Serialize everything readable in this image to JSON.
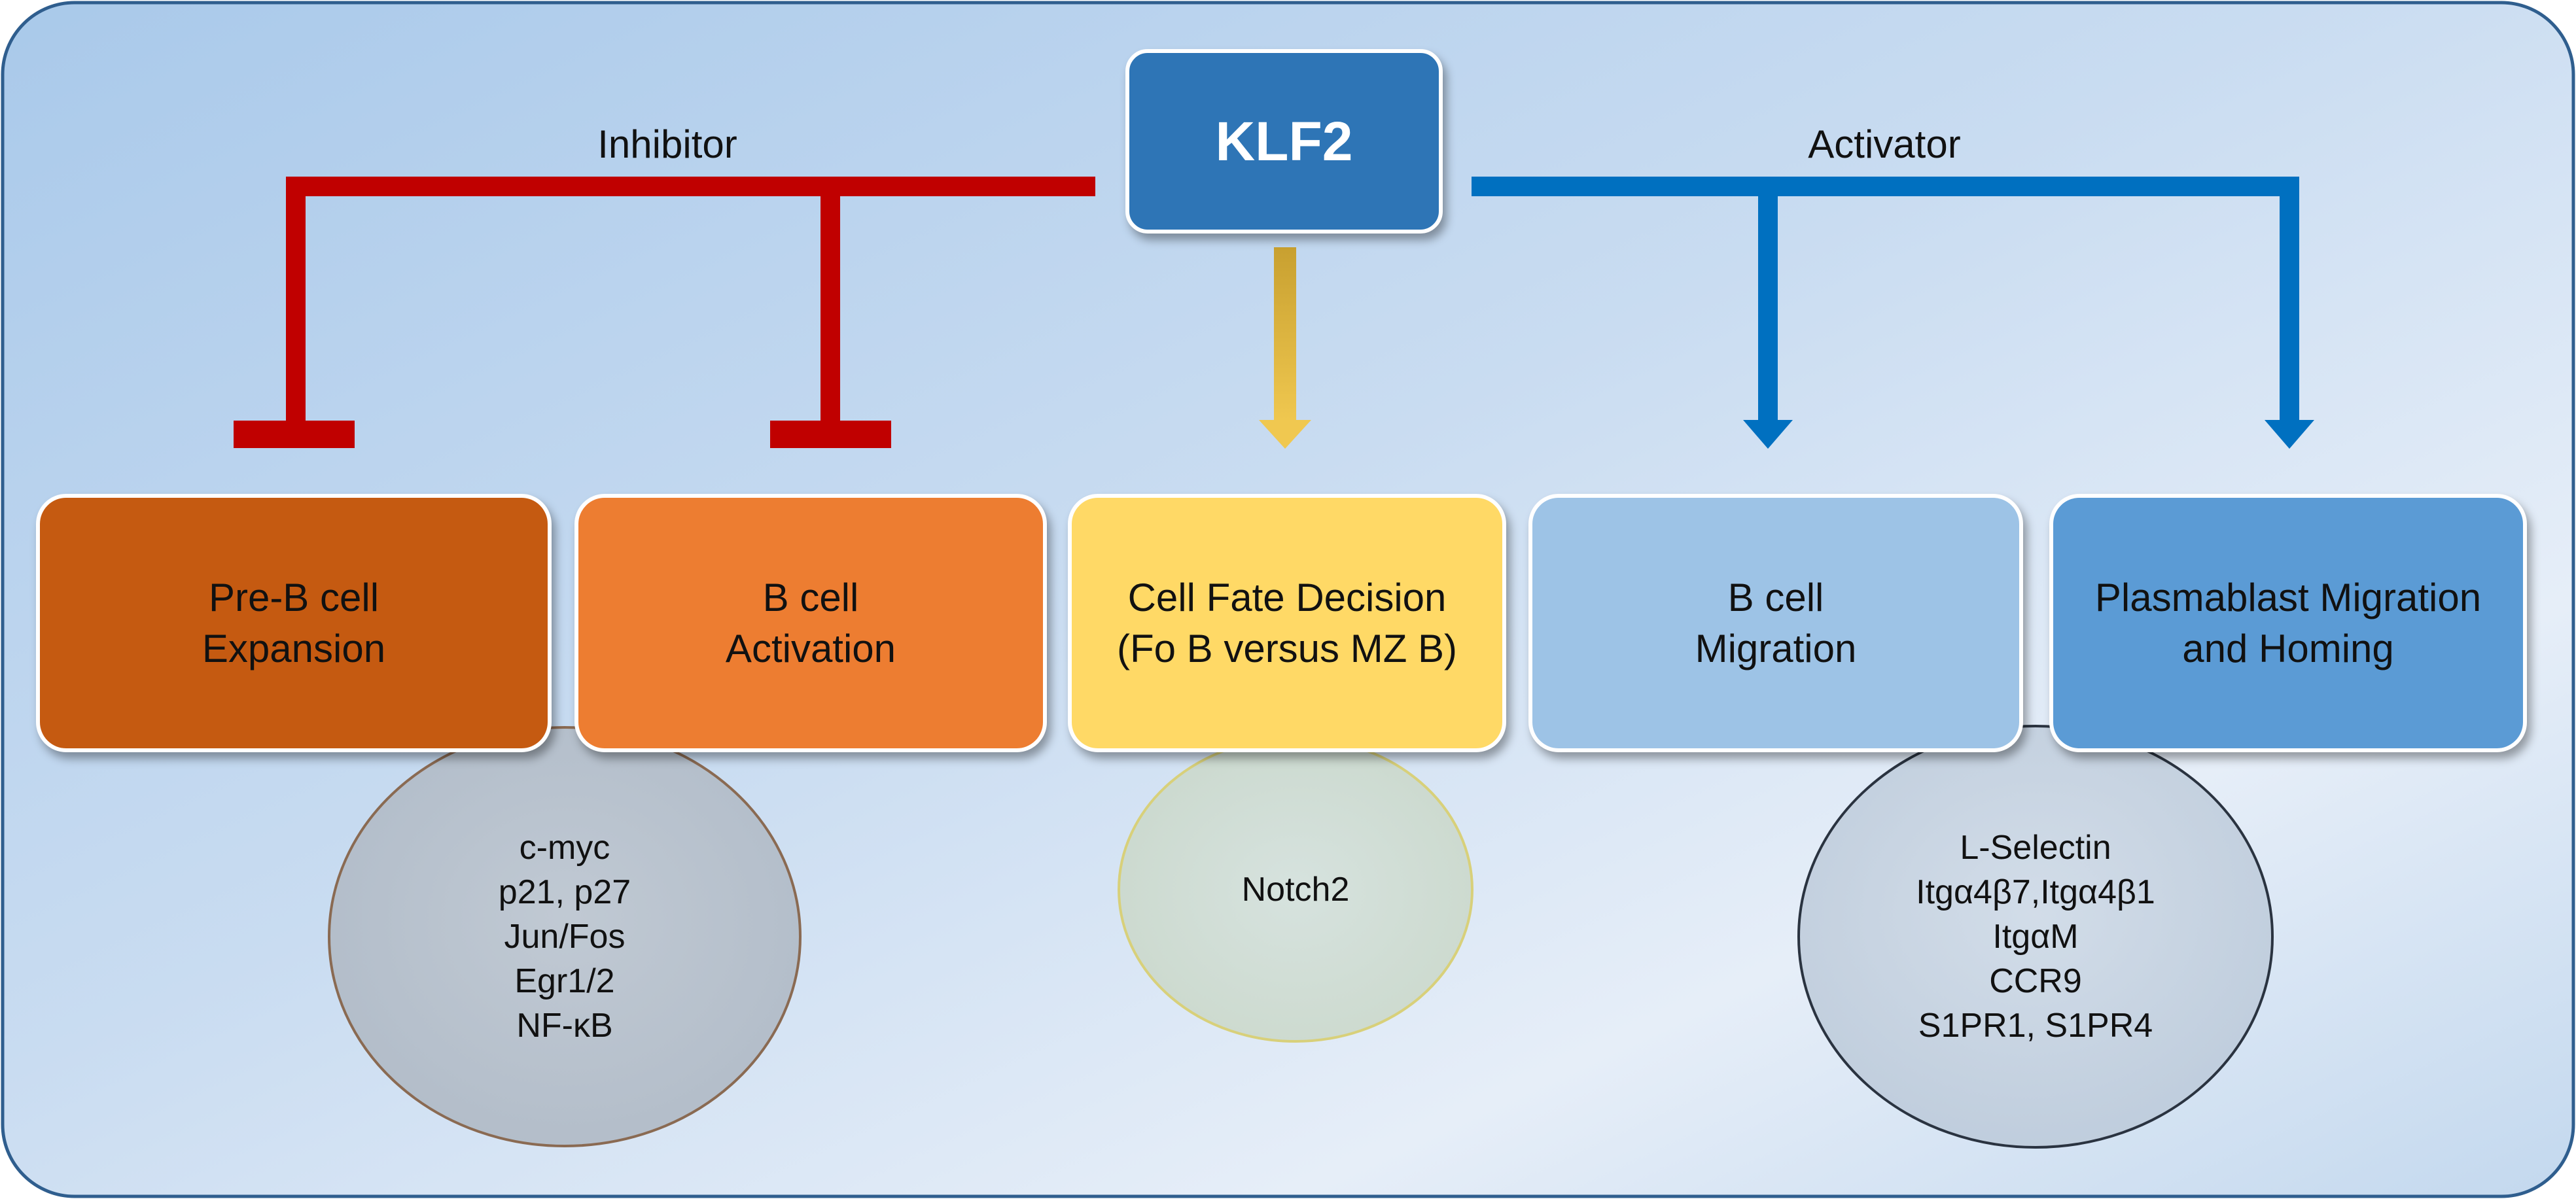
{
  "center": {
    "label": "KLF2",
    "color": "#2E75B6"
  },
  "branches": {
    "inhibitor_label": "Inhibitor",
    "activator_label": "Activator",
    "inhibitor_color": "#C00000",
    "activator_color": "#0070C0",
    "neutral_color": "#D4A830"
  },
  "boxes": [
    {
      "label": "Pre-B cell\nExpansion",
      "color": "#C55A11",
      "relation": "inhibited"
    },
    {
      "label": "B cell\nActivation",
      "color": "#ED7D31",
      "relation": "inhibited"
    },
    {
      "label": "Cell Fate Decision\n(Fo B versus MZ B)",
      "color": "#FFD966",
      "relation": "regulated"
    },
    {
      "label": "B cell\nMigration",
      "color": "#9DC3E6",
      "relation": "activated"
    },
    {
      "label": "Plasmablast Migration\nand Homing",
      "color": "#5B9BD5",
      "relation": "activated"
    }
  ],
  "targets": [
    {
      "text": "c-myc\np21, p27\nJun/Fos\nEgr1/2\nNF-κB"
    },
    {
      "text": "Notch2"
    },
    {
      "text": "L-Selectin\nItgα4β7,Itgα4β1\nItgαM\nCCR9\nS1PR1, S1PR4"
    }
  ]
}
